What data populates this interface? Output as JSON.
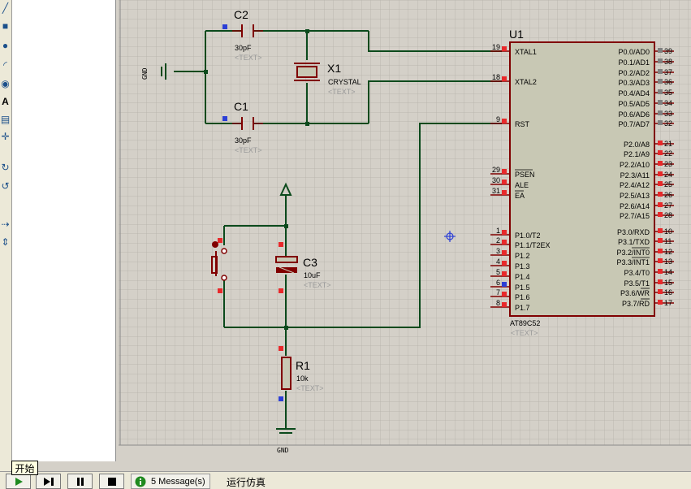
{
  "schematic": {
    "C2": {
      "ref": "C2",
      "value": "30pF",
      "text": "<TEXT>"
    },
    "C1": {
      "ref": "C1",
      "value": "30pF",
      "text": "<TEXT>"
    },
    "X1": {
      "ref": "X1",
      "value": "CRYSTAL",
      "text": "<TEXT>"
    },
    "C3": {
      "ref": "C3",
      "value": "10uF",
      "text": "<TEXT>"
    },
    "R1": {
      "ref": "R1",
      "value": "10k",
      "text": "<TEXT>"
    },
    "gnd_top": "GND",
    "gnd_bottom": "GND",
    "U1": {
      "ref": "U1",
      "part": "AT89C52",
      "text": "<TEXT>",
      "left_pins": [
        {
          "num": "19",
          "name": "XTAL1"
        },
        {
          "num": "18",
          "name": "XTAL2"
        },
        {
          "num": "9",
          "name": "RST"
        },
        {
          "num": "29",
          "name": "PSEN"
        },
        {
          "num": "30",
          "name": "ALE"
        },
        {
          "num": "31",
          "name": "EA"
        },
        {
          "num": "1",
          "name": "P1.0/T2"
        },
        {
          "num": "2",
          "name": "P1.1/T2EX"
        },
        {
          "num": "3",
          "name": "P1.2"
        },
        {
          "num": "4",
          "name": "P1.3"
        },
        {
          "num": "5",
          "name": "P1.4"
        },
        {
          "num": "6",
          "name": "P1.5"
        },
        {
          "num": "7",
          "name": "P1.6"
        },
        {
          "num": "8",
          "name": "P1.7"
        }
      ],
      "right_pins": [
        {
          "num": "39",
          "name": "P0.0/AD0"
        },
        {
          "num": "38",
          "name": "P0.1/AD1"
        },
        {
          "num": "37",
          "name": "P0.2/AD2"
        },
        {
          "num": "36",
          "name": "P0.3/AD3"
        },
        {
          "num": "35",
          "name": "P0.4/AD4"
        },
        {
          "num": "34",
          "name": "P0.5/AD5"
        },
        {
          "num": "33",
          "name": "P0.6/AD6"
        },
        {
          "num": "32",
          "name": "P0.7/AD7"
        },
        {
          "num": "21",
          "name": "P2.0/A8"
        },
        {
          "num": "22",
          "name": "P2.1/A9"
        },
        {
          "num": "23",
          "name": "P2.2/A10"
        },
        {
          "num": "24",
          "name": "P2.3/A11"
        },
        {
          "num": "25",
          "name": "P2.4/A12"
        },
        {
          "num": "26",
          "name": "P2.5/A13"
        },
        {
          "num": "27",
          "name": "P2.6/A14"
        },
        {
          "num": "28",
          "name": "P2.7/A15"
        },
        {
          "num": "10",
          "name": "P3.0/RXD"
        },
        {
          "num": "11",
          "name": "P3.1/TXD"
        },
        {
          "num": "12",
          "name": "P3.2/INT0"
        },
        {
          "num": "13",
          "name": "P3.3/INT1"
        },
        {
          "num": "14",
          "name": "P3.4/T0"
        },
        {
          "num": "15",
          "name": "P3.5/T1"
        },
        {
          "num": "16",
          "name": "P3.6/WR"
        },
        {
          "num": "17",
          "name": "P3.7/RD"
        }
      ]
    }
  },
  "status": {
    "messages": "5 Message(s)",
    "text": "运行仿真",
    "tooltip": "开始"
  },
  "toolbar": {
    "icons": [
      "line-tool-icon",
      "box-tool-icon",
      "circle-tool-icon",
      "arc-tool-icon",
      "path-tool-icon",
      "text-tool-icon",
      "symbol-tool-icon",
      "marker-tool-icon",
      "rotate-cw-icon",
      "rotate-ccw-icon",
      "mirror-h-icon",
      "mirror-v-icon"
    ]
  },
  "colors": {
    "background": "#d4d0c8",
    "component_outline": "#800000",
    "component_fill": "#c8c8b4",
    "wire": "#0b4a1c",
    "pin_red": "#e8292b",
    "pin_blue": "#2c3fd6",
    "pin_grey": "#808080",
    "text_grey": "#9a9a9a",
    "grid": "#b5b2aa"
  }
}
